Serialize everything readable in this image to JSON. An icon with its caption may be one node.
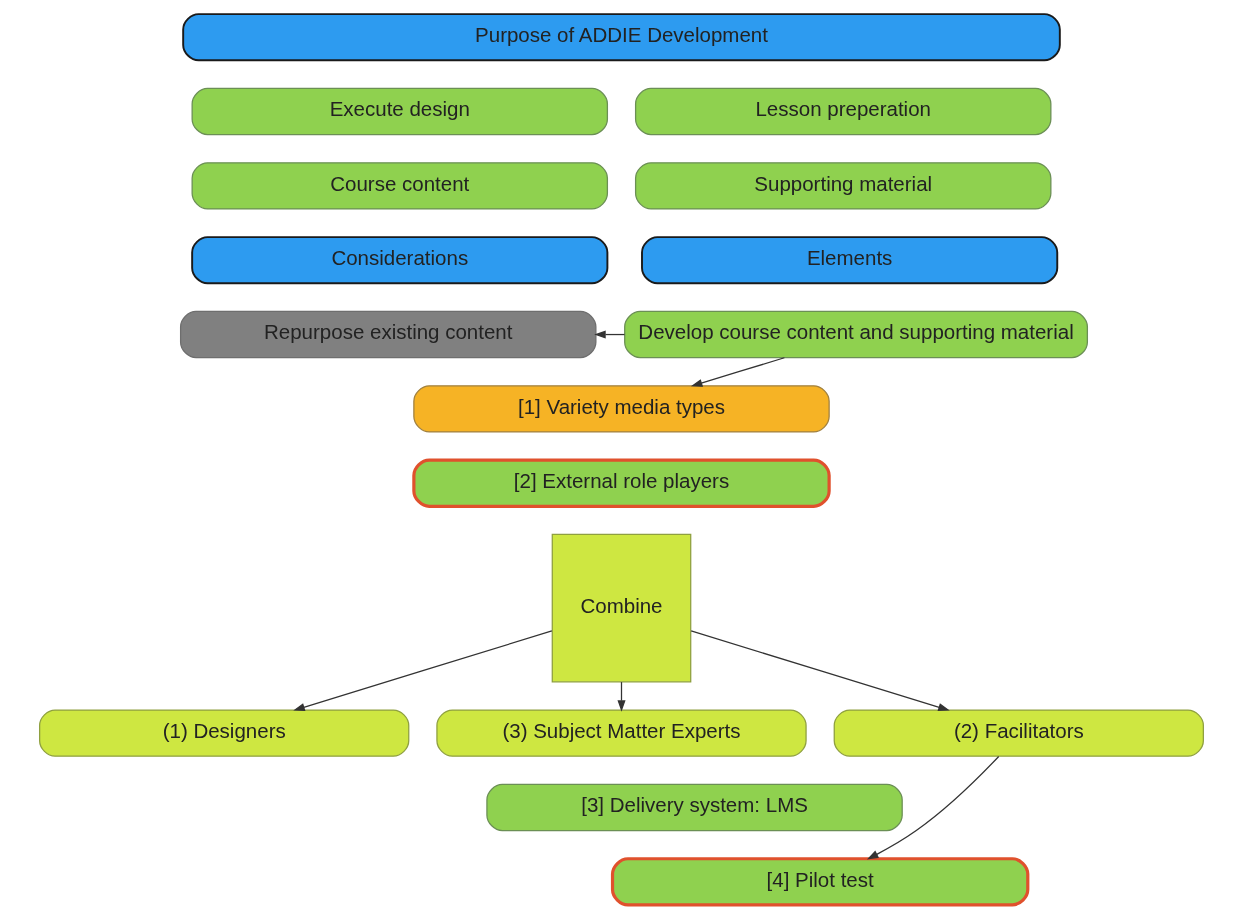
{
  "diagram": {
    "nodes": [
      {
        "text": [
          "Purpose of ADDIE Development"
        ]
      },
      {
        "text": [
          "Execute design"
        ]
      },
      {
        "text": [
          "Lesson preperation"
        ]
      },
      {
        "text": [
          "Course content"
        ]
      },
      {
        "text": [
          "Supporting material"
        ]
      },
      {
        "text": [
          "Considerations"
        ]
      },
      {
        "text": [
          "Elements"
        ]
      },
      {
        "text": [
          "Repurpose existing content"
        ]
      },
      {
        "text": [
          "Develop course content and supporting material"
        ]
      },
      {
        "text": [
          "[1] Variety media types"
        ]
      },
      {
        "text": [
          "[2] External role players"
        ]
      },
      {
        "text": [
          "Combine"
        ]
      },
      {
        "text": [
          "(1) Designers"
        ]
      },
      {
        "text": [
          "(2) Facilitators"
        ]
      },
      {
        "text": [
          "(3) Subject Matter Experts"
        ]
      },
      {
        "text": [
          "[3] Delivery system: LMS"
        ]
      },
      {
        "text": [
          "[4] Pilot test"
        ]
      }
    ],
    "edges": [
      {
        "from": 8,
        "to": 7,
        "arrow": "to"
      },
      {
        "from": 8,
        "to": 9,
        "arrow": "to"
      },
      {
        "from": 11,
        "to": 12,
        "arrow": "to"
      },
      {
        "from": 11,
        "to": 13,
        "arrow": "to"
      },
      {
        "from": 11,
        "to": 14,
        "arrow": "to"
      },
      {
        "from": 13,
        "to": 16,
        "arrow": "to"
      }
    ]
  }
}
